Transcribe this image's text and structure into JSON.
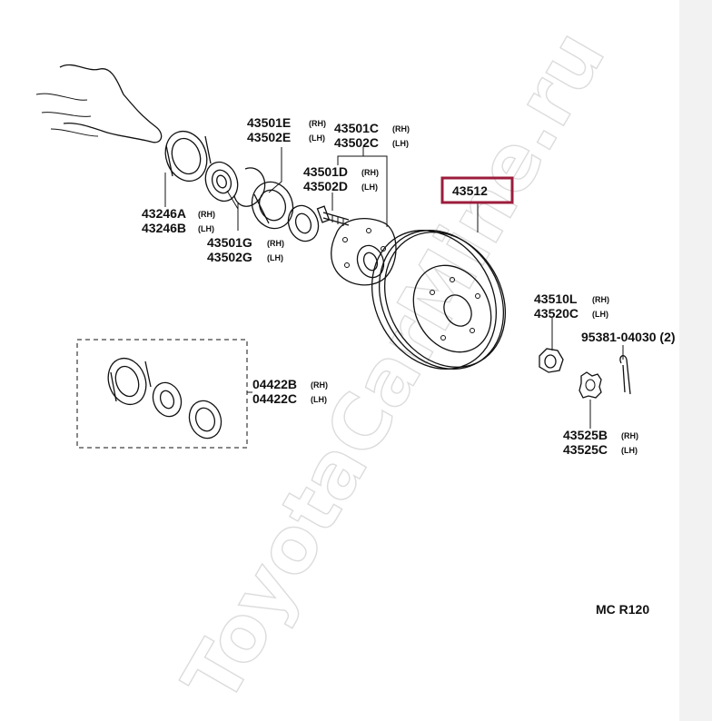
{
  "watermark": "ToyotaCarMine.ru",
  "diagram_code": "MC R120",
  "highlighted_part": "43512",
  "highlight_color": "#9c1c3c",
  "labels": {
    "p43501E": "43501E",
    "p43501E_side": "(RH)",
    "p43502E": "43502E",
    "p43502E_side": "(LH)",
    "p43501C": "43501C",
    "p43501C_side": "(RH)",
    "p43502C": "43502C",
    "p43502C_side": "(LH)",
    "p43501D": "43501D",
    "p43501D_side": "(RH)",
    "p43502D": "43502D",
    "p43502D_side": "(LH)",
    "p43246A": "43246A",
    "p43246A_side": "(RH)",
    "p43246B": "43246B",
    "p43246B_side": "(LH)",
    "p43501G": "43501G",
    "p43501G_side": "(RH)",
    "p43502G": "43502G",
    "p43502G_side": "(LH)",
    "p43510L": "43510L",
    "p43510L_side": "(RH)",
    "p43520C": "43520C",
    "p43520C_side": "(LH)",
    "p95381": "95381-04030 (2)",
    "p04422B": "04422B",
    "p04422B_side": "(RH)",
    "p04422C": "04422C",
    "p04422C_side": "(LH)",
    "p43525B": "43525B",
    "p43525B_side": "(RH)",
    "p43525C": "43525C",
    "p43525C_side": "(LH)"
  }
}
